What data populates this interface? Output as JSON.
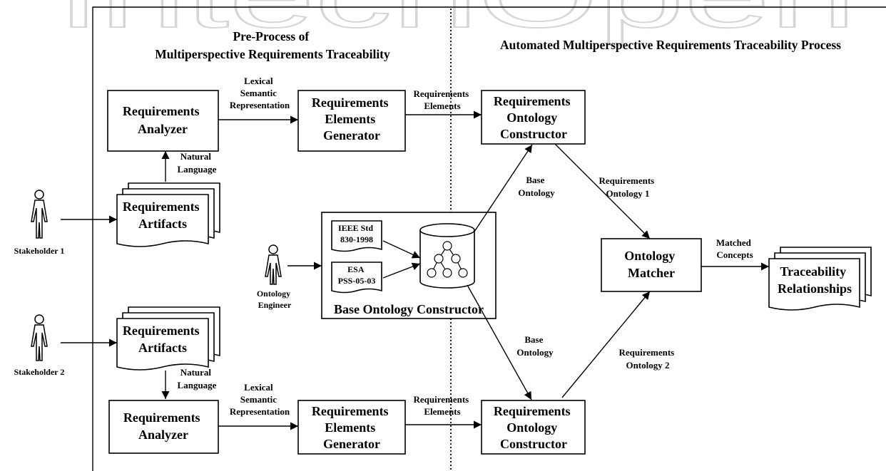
{
  "watermark": "IntechOpen",
  "sections": {
    "preprocess_title": [
      "Pre-Process of",
      "Multiperspective Requirements Traceability"
    ],
    "automated_title": "Automated Multiperspective Requirements Traceability Process"
  },
  "actors": {
    "stakeholder1": "Stakeholder 1",
    "stakeholder2": "Stakeholder 2",
    "ontology_engineer": [
      "Ontology",
      "Engineer"
    ]
  },
  "boxes": {
    "analyzer_top": [
      "Requirements",
      "Analyzer"
    ],
    "generator_top": [
      "Requirements",
      "Elements",
      "Generator"
    ],
    "constructor_top": [
      "Requirements",
      "Ontology",
      "Constructor"
    ],
    "artifacts_top": [
      "Requirements",
      "Artifacts"
    ],
    "artifacts_bottom": [
      "Requirements",
      "Artifacts"
    ],
    "analyzer_bottom": [
      "Requirements",
      "Analyzer"
    ],
    "generator_bottom": [
      "Requirements",
      "Elements",
      "Generator"
    ],
    "constructor_bottom": [
      "Requirements",
      "Ontology",
      "Constructor"
    ],
    "ontology_matcher": [
      "Ontology",
      "Matcher"
    ],
    "traceability": [
      "Traceability",
      "Relationships"
    ],
    "base_ontology_constructor": "Base Ontology Constructor",
    "ieee_doc": [
      "IEEE Std",
      "830-1998"
    ],
    "esa_doc": [
      "ESA",
      "PSS-05-03"
    ]
  },
  "labels": {
    "lexical_top": [
      "Lexical",
      "Semantic",
      "Representation"
    ],
    "req_elements_top": [
      "Requirements",
      "Elements"
    ],
    "natural_language_top": [
      "Natural",
      "Language"
    ],
    "base_ontology_top": [
      "Base",
      "Ontology"
    ],
    "req_ontology_1": [
      "Requirements",
      "Ontology 1"
    ],
    "matched_concepts": [
      "Matched",
      "Concepts"
    ],
    "base_ontology_bottom": [
      "Base",
      "Ontology"
    ],
    "req_ontology_2": [
      "Requirements",
      "Ontology 2"
    ],
    "natural_language_bottom": [
      "Natural",
      "Language"
    ],
    "lexical_bottom": [
      "Lexical",
      "Semantic",
      "Representation"
    ],
    "req_elements_bottom": [
      "Requirements",
      "Elements"
    ]
  }
}
